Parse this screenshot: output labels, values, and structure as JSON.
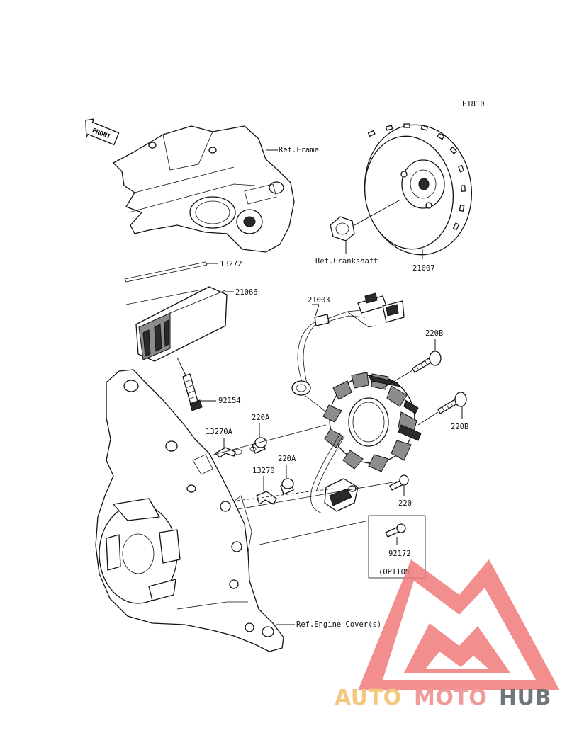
{
  "diagram": {
    "code": "E1810",
    "front_label": "FRONT",
    "references": {
      "frame": "Ref.Frame",
      "crankshaft": "Ref.Crankshaft",
      "engine_cover": "Ref.Engine Cover(s)"
    },
    "parts": {
      "flywheel": "21007",
      "gasket": "13272",
      "regulator": "21066",
      "stator": "21003",
      "bolt_a": "92154",
      "bolt_220b_top": "220B",
      "bolt_220b_bottom": "220B",
      "bolt_220a_left": "220A",
      "bolt_220a_right": "220A",
      "clamp_a": "13270A",
      "clamp": "13270",
      "bolt_220": "220",
      "option_bolt": "92172",
      "option_label": "(OPTION)"
    }
  },
  "watermark": {
    "brand_parts": [
      "AUTO",
      "MOTO",
      "HUB"
    ],
    "colors": {
      "auto": "#f6c77f",
      "moto": "#f19a9a",
      "hub": "#6f7579",
      "triangle": "#f07a7a"
    }
  }
}
